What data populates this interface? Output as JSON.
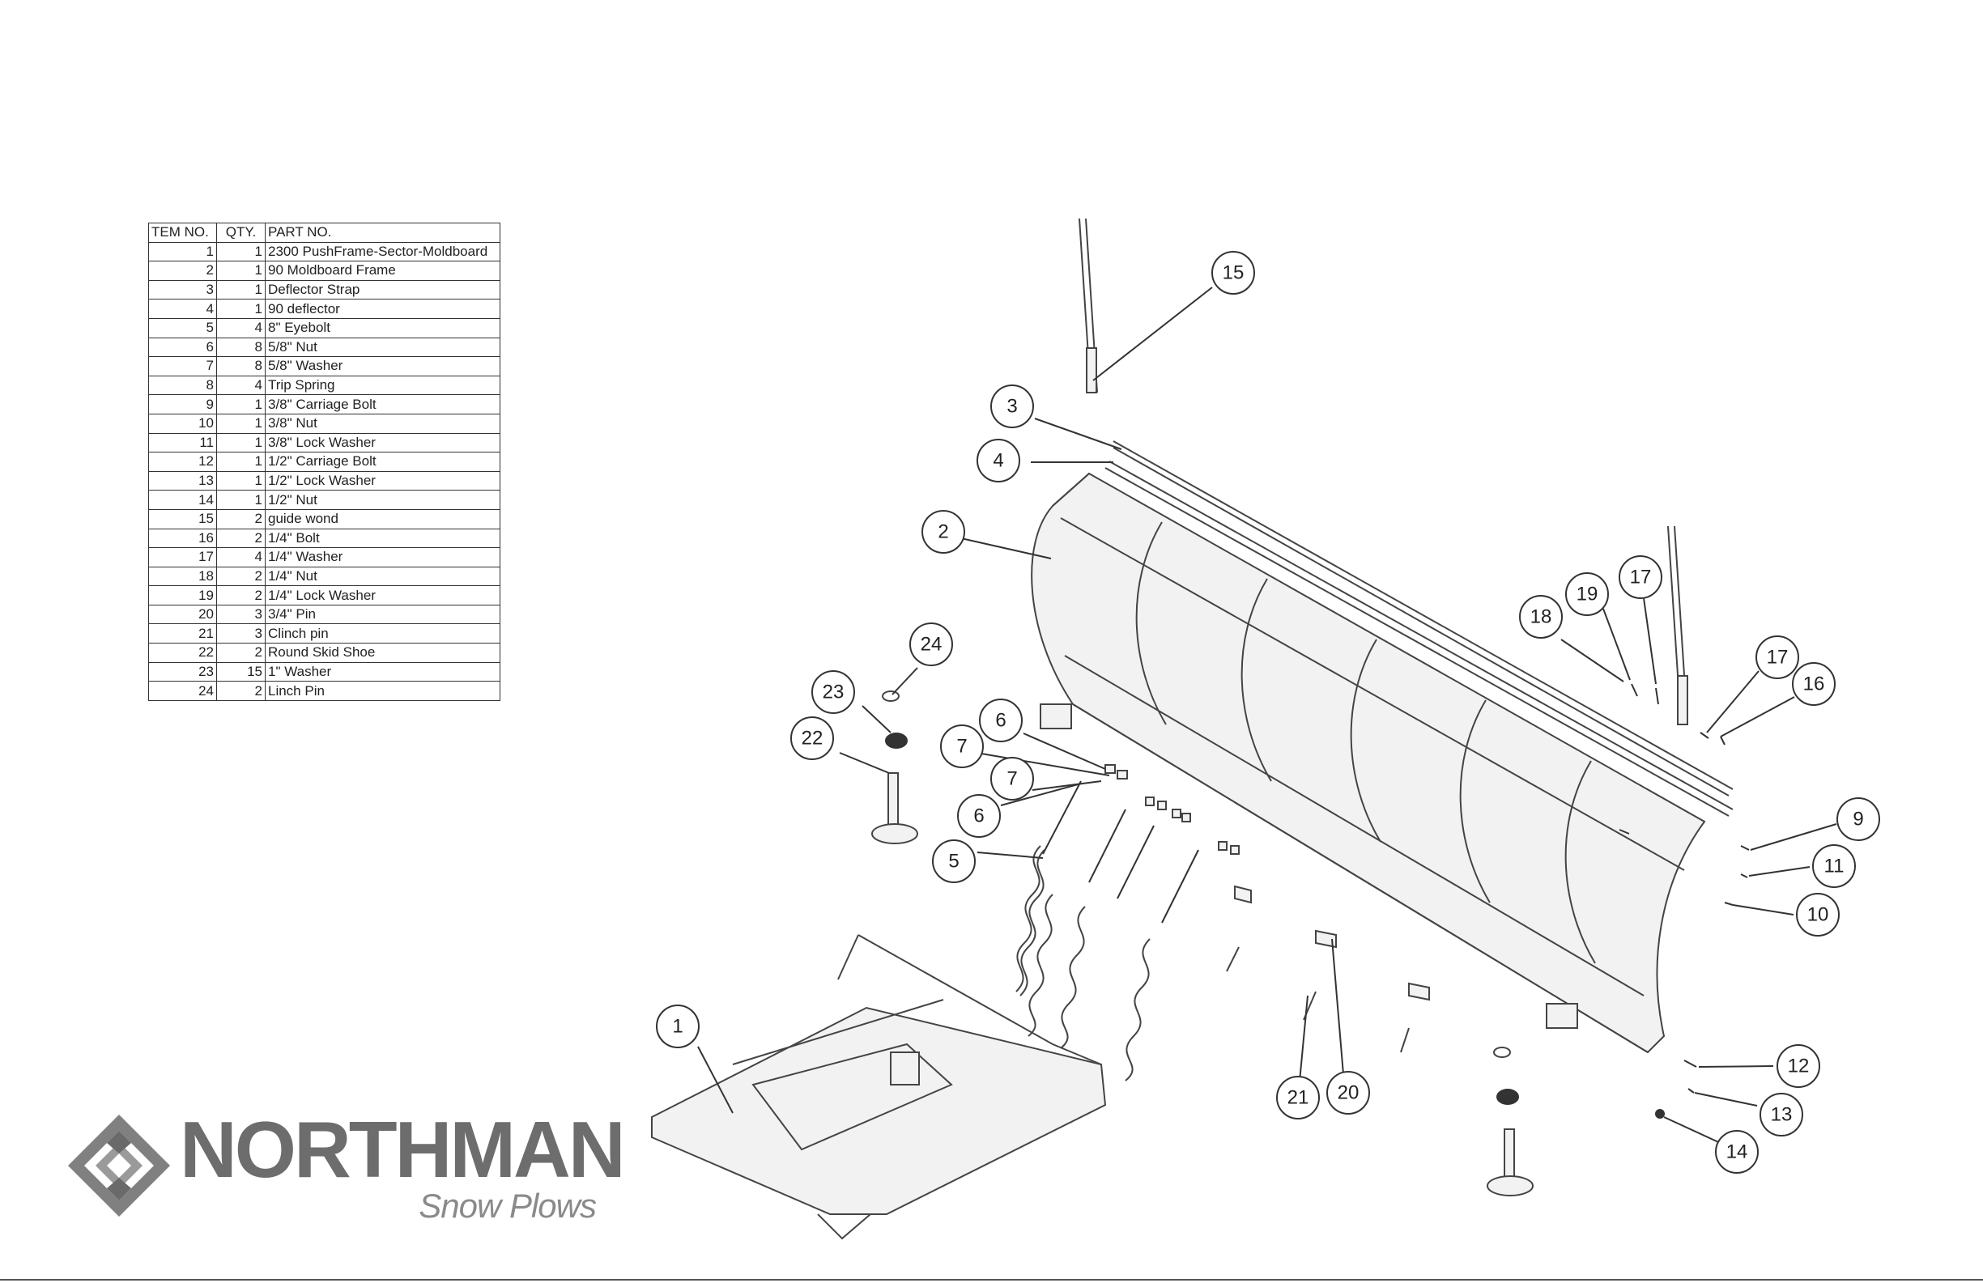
{
  "table": {
    "headers": [
      "TEM NO.",
      "QTY.",
      "PART NO."
    ],
    "rows": [
      [
        "1",
        "1",
        "2300 PushFrame-Sector-Moldboard"
      ],
      [
        "2",
        "1",
        "90 Moldboard Frame"
      ],
      [
        "3",
        "1",
        "Deflector Strap"
      ],
      [
        "4",
        "1",
        "90 deflector"
      ],
      [
        "5",
        "4",
        "8\" Eyebolt"
      ],
      [
        "6",
        "8",
        "5/8\" Nut"
      ],
      [
        "7",
        "8",
        "5/8\" Washer"
      ],
      [
        "8",
        "4",
        "Trip Spring"
      ],
      [
        "9",
        "1",
        "3/8\" Carriage Bolt"
      ],
      [
        "10",
        "1",
        "3/8\" Nut"
      ],
      [
        "11",
        "1",
        "3/8\" Lock Washer"
      ],
      [
        "12",
        "1",
        "1/2\" Carriage Bolt"
      ],
      [
        "13",
        "1",
        "1/2\" Lock Washer"
      ],
      [
        "14",
        "1",
        "1/2\" Nut"
      ],
      [
        "15",
        "2",
        "guide wond"
      ],
      [
        "16",
        "2",
        "1/4\" Bolt"
      ],
      [
        "17",
        "4",
        "1/4\" Washer"
      ],
      [
        "18",
        "2",
        "1/4\" Nut"
      ],
      [
        "19",
        "2",
        "1/4\" Lock Washer"
      ],
      [
        "20",
        "3",
        "3/4\" Pin"
      ],
      [
        "21",
        "3",
        "Clinch pin"
      ],
      [
        "22",
        "2",
        "Round Skid Shoe"
      ],
      [
        "23",
        "15",
        "1\" Washer"
      ],
      [
        "24",
        "2",
        "Linch Pin"
      ]
    ]
  },
  "callouts": [
    "15",
    "3",
    "4",
    "2",
    "19",
    "17",
    "18",
    "17",
    "16",
    "24",
    "23",
    "22",
    "6",
    "7",
    "7",
    "6",
    "5",
    "9",
    "11",
    "10",
    "1",
    "12",
    "13",
    "14",
    "21",
    "20"
  ],
  "logo": {
    "brand": "NORTHMAN",
    "tagline": "Snow Plows"
  }
}
